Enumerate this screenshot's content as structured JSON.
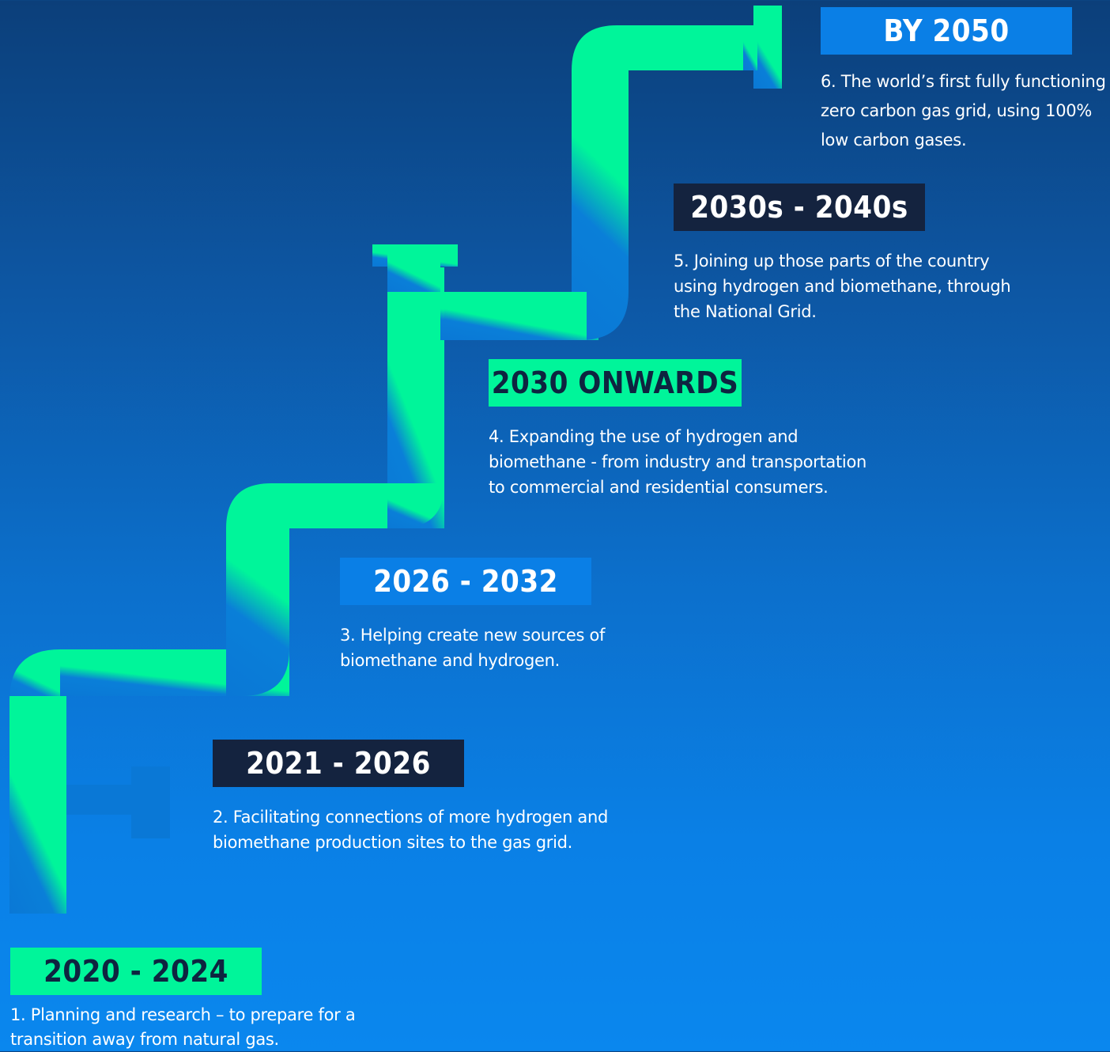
{
  "stages": [
    {
      "label": "2020 - 2024",
      "text": [
        "1. Planning and research – to prepare for a",
        "transition away from natural gas."
      ]
    },
    {
      "label": "2021 - 2026",
      "text": [
        "2. Facilitating connections of more hydrogen and",
        "biomethane production sites to the gas grid."
      ]
    },
    {
      "label": "2026 - 2032",
      "text": [
        "3. Helping create new sources of",
        "biomethane and hydrogen."
      ]
    },
    {
      "label": "2030 ONWARDS",
      "text": [
        "4. Expanding the use of hydrogen and",
        "biomethane - from industry and transportation",
        "to commercial and residential consumers."
      ]
    },
    {
      "label": "2030s - 2040s",
      "text": [
        "5. Joining up those parts of the country",
        "using hydrogen and biomethane, through",
        "the National Grid."
      ]
    },
    {
      "label": "BY 2050",
      "text": [
        "6. The world’s first fully functioning",
        "zero carbon gas grid, using 100%",
        "low carbon gases."
      ]
    }
  ],
  "colors": {
    "pipe_green": "#00f59a",
    "pipe_blue": "#0a78d6",
    "label_green": "#00f59a",
    "label_navy": "#14233f",
    "label_blue": "#0a7fe6"
  }
}
